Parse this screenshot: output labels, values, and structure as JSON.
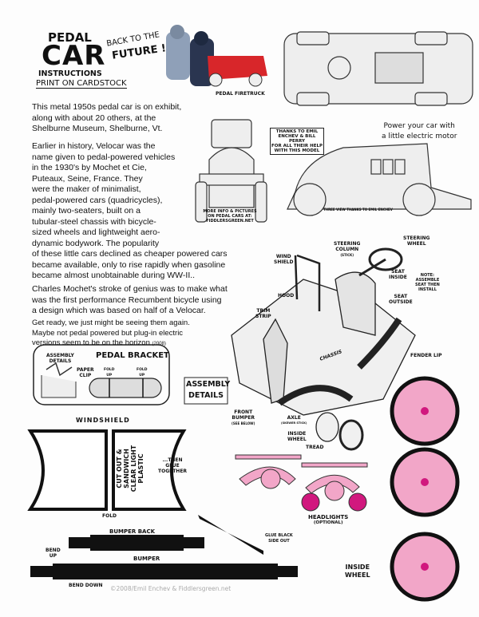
{
  "header": {
    "pedal": "PEDAL",
    "car": "CAR",
    "instructions": "INSTRUCTIONS",
    "print_note": "PRINT ON CARDSTOCK",
    "back_to_the": "BACK TO THE",
    "future": "FUTURE !",
    "photo_caption": "PEDAL FIRETRUCK"
  },
  "body": {
    "p1": [
      "This metal 1950s pedal car is on exhibit,",
      "along with about 20 others, at the",
      "Shelburne Museum, Shelburne, Vt."
    ],
    "p2": [
      "Earlier in history, Velocar was the",
      "name given to pedal-powered vehicles",
      "in the 1930's by Mochet et Cie,",
      "Puteaux, Seine, France. They",
      "were the maker of minimalist,",
      "pedal-powered cars (quadricycles),",
      "mainly two-seaters, built on a",
      "tubular-steel chassis with bicycle-",
      "sized wheels and lightweight aero-",
      "dynamic bodywork. The popularity",
      "of these little cars declined as cheaper powered cars",
      "became available, only to rise rapidly when gasoline",
      "became almost unobtainable during WW-II.."
    ],
    "p3": [
      "Charles Mochet's stroke of genius was to make what",
      "was the first performance Recumbent bicycle using",
      "a design which was based on half of a Velocar."
    ],
    "p4": [
      "Get ready, we just might be seeing them again.",
      "Maybe not pedal powered but plug-in electric",
      "versions seem to be on the horizon"
    ],
    "year": "(2008)"
  },
  "notes": {
    "thanks": [
      "THANKS TO EMIL",
      "ENCHEV & BILL PERRY",
      "FOR ALL THEIR HELP",
      "WITH THIS MODEL"
    ],
    "power": [
      "Power your car with",
      "a little electric motor"
    ],
    "more_info": [
      "MORE INFO & PICTURES",
      "ON PEDAL CARS AT:",
      "FIDDLERSGREEN.NET"
    ],
    "three_view": "THREE VIEW THANKS TO EMIL ENCHEV"
  },
  "labels": {
    "steering_column": [
      "STEERING",
      "COLUMN",
      "(STICK)"
    ],
    "steering_wheel": [
      "STEERING",
      "WHEEL"
    ],
    "windshield": [
      "WIND",
      "SHIELD"
    ],
    "seat_inside": [
      "SEAT",
      "INSIDE"
    ],
    "seat_outside": [
      "SEAT",
      "OUTSIDE"
    ],
    "note": [
      "NOTE:",
      "ASSEMBLE",
      "SEAT THEN",
      "INSTALL"
    ],
    "hood": "HOOD",
    "trim_strip": [
      "TRIM",
      "STRIP"
    ],
    "chassis": "CHASSIS",
    "fender_lip": "FENDER LIP",
    "assembly_details": [
      "ASSEMBLY",
      "DETAILS"
    ],
    "front_bumper": [
      "FRONT",
      "BUMPER",
      "(SEE BELOW)"
    ],
    "axle": [
      "AXLE",
      "(SKEWER STICK)"
    ],
    "inside_wheel": [
      "INSIDE",
      "WHEEL"
    ],
    "tread": "TREAD"
  },
  "parts": {
    "pedal_bracket": "PEDAL BRACKET",
    "assembly_details": [
      "ASSEMBLY",
      "DETAILS"
    ],
    "paper_clip": [
      "PAPER",
      "CLIP"
    ],
    "fold_up": [
      "FOLD",
      "UP"
    ],
    "windshield": "WINDSHIELD",
    "cut_out": [
      "CUT OUT &",
      "SANDWICH",
      "CLEAR LIGHT",
      "PLASTIC"
    ],
    "then_glue": [
      "...THEN",
      "GLUE",
      "TOGETHER"
    ],
    "fold": "FOLD",
    "bumper_back": "BUMPER BACK",
    "bumper": "BUMPER",
    "bend_up": [
      "BEND",
      "UP"
    ],
    "bend_down": "BEND DOWN",
    "glue_black": [
      "GLUE BLACK",
      "SIDE OUT"
    ],
    "headlights": "HEADLIGHTS",
    "optional": "(OPTIONAL)",
    "inside_wheel": [
      "INSIDE",
      "WHEEL"
    ]
  },
  "footer": {
    "copyright": "©2008/Emil Enchev & Fiddlersgreen.net"
  },
  "colors": {
    "pink": "#f2a6c8",
    "magenta": "#d1187e",
    "fire_red": "#d8262a"
  }
}
